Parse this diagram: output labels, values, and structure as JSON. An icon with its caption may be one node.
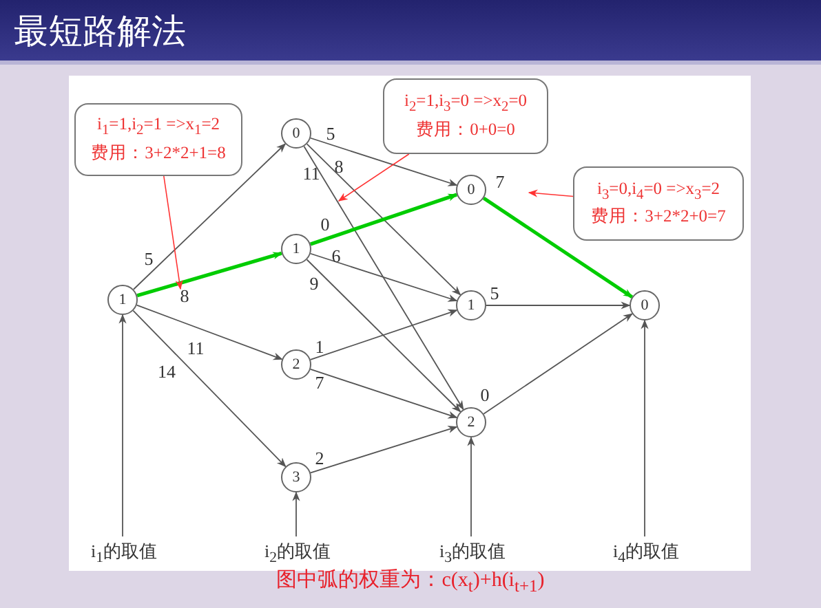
{
  "diagram": {
    "title": "最短路解法",
    "caption": "图中弧的权重为：c(x$_{t}$)+h(i$_{t+1}$)",
    "nodes": [
      {
        "text": [
          "1"
        ]
      },
      {
        "text": [
          "0"
        ]
      },
      {
        "text": [
          "1"
        ]
      },
      {
        "text": [
          "2"
        ]
      },
      {
        "text": [
          "3"
        ]
      },
      {
        "text": [
          "0"
        ]
      },
      {
        "text": [
          "1"
        ]
      },
      {
        "text": [
          "2"
        ]
      },
      {
        "text": [
          "0"
        ]
      },
      {
        "text": [
          "i$_{1}$=1,i$_{2}$=1 =>x$_{1}$=2",
          "费用：3+2*2+1=8"
        ]
      },
      {
        "text": [
          "i$_{2}$=1,i$_{3}$=0 =>x$_{2}$=0",
          "费用：0+0=0"
        ]
      },
      {
        "text": [
          "i$_{3}$=0,i$_{4}$=0 =>x$_{3}$=2",
          "费用：3+2*2+0=7"
        ]
      },
      {
        "text": [
          "i$_{1}$的取值"
        ]
      },
      {
        "text": [
          "i$_{2}$的取值"
        ]
      },
      {
        "text": [
          "i$_{3}$的取值"
        ]
      },
      {
        "text": [
          "i$_{4}$的取值"
        ]
      }
    ],
    "edges": [
      {
        "from": 0,
        "to": 1,
        "arrow": "to",
        "label": "5"
      },
      {
        "from": 0,
        "to": 2,
        "arrow": "to",
        "label": "8",
        "style": "thick",
        "color": "#00cc00"
      },
      {
        "from": 0,
        "to": 3,
        "arrow": "to",
        "label": "11"
      },
      {
        "from": 0,
        "to": 4,
        "arrow": "to",
        "label": "14"
      },
      {
        "from": 1,
        "to": 5,
        "arrow": "to",
        "label": "5"
      },
      {
        "from": 1,
        "to": 6,
        "arrow": "to",
        "label": "8"
      },
      {
        "from": 1,
        "to": 7,
        "arrow": "to",
        "label": "11"
      },
      {
        "from": 2,
        "to": 5,
        "arrow": "to",
        "label": "0",
        "style": "thick",
        "color": "#00cc00"
      },
      {
        "from": 2,
        "to": 6,
        "arrow": "to",
        "label": "6"
      },
      {
        "from": 2,
        "to": 7,
        "arrow": "to",
        "label": "9"
      },
      {
        "from": 3,
        "to": 6,
        "arrow": "to",
        "label": "1"
      },
      {
        "from": 3,
        "to": 7,
        "arrow": "to",
        "label": "7"
      },
      {
        "from": 4,
        "to": 7,
        "arrow": "to",
        "label": "2"
      },
      {
        "from": 5,
        "to": 8,
        "arrow": "to",
        "label": "7",
        "style": "thick",
        "color": "#00cc00"
      },
      {
        "from": 6,
        "to": 8,
        "arrow": "to",
        "label": "5"
      },
      {
        "from": 7,
        "to": 8,
        "arrow": "to",
        "label": "0"
      },
      {
        "from": 9,
        "to": null,
        "arrow": "to",
        "color": "#ff3333"
      },
      {
        "from": 10,
        "to": null,
        "arrow": "to",
        "color": "#ff3333"
      },
      {
        "from": 11,
        "to": null,
        "arrow": "to",
        "color": "#ff3333"
      },
      {
        "from": 12,
        "to": 0,
        "arrow": "to"
      },
      {
        "from": 13,
        "to": 4,
        "arrow": "to"
      },
      {
        "from": 14,
        "to": 7,
        "arrow": "to"
      },
      {
        "from": 15,
        "to": 8,
        "arrow": "to"
      }
    ]
  }
}
